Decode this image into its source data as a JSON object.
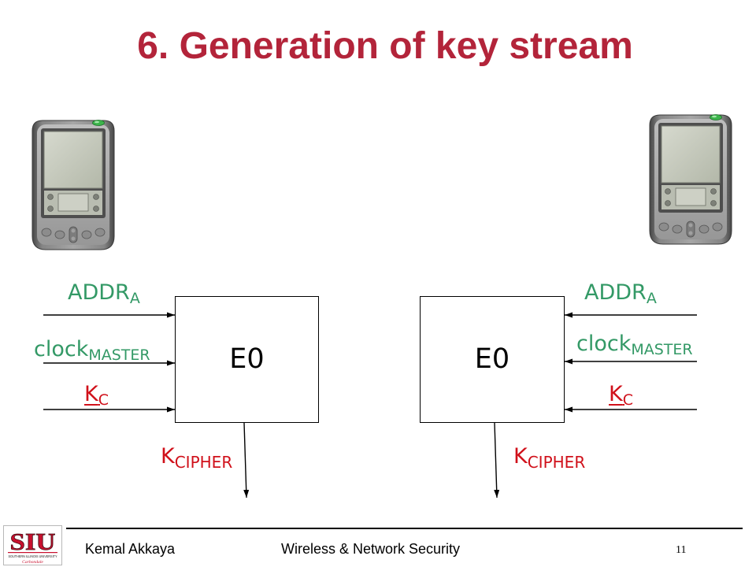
{
  "slide": {
    "title": "6. Generation of key stream"
  },
  "colors": {
    "title": "#b3243a",
    "input_label": "#339966",
    "key_label": "#d0101a"
  },
  "icons": {
    "left_device": "pda-icon",
    "right_device": "pda-icon",
    "logo": "siu-logo"
  },
  "left_unit": {
    "block": "E0",
    "inputs": [
      {
        "name": "ADDR",
        "sub": "A"
      },
      {
        "name": "clock",
        "sub": "MASTER"
      },
      {
        "name": "K",
        "sub": "C"
      }
    ],
    "output": {
      "name": "K",
      "sub": "CIPHER"
    }
  },
  "right_unit": {
    "block": "E0",
    "inputs": [
      {
        "name": "ADDR",
        "sub": "A"
      },
      {
        "name": "clock",
        "sub": "MASTER"
      },
      {
        "name": "K",
        "sub": "C"
      }
    ],
    "output": {
      "name": "K",
      "sub": "CIPHER"
    }
  },
  "footer": {
    "author": "Kemal Akkaya",
    "course": "Wireless & Network Security",
    "page_number": "11"
  },
  "logo": {
    "letters": "SIU",
    "line1": "SOUTHERN ILLINOIS UNIVERSITY",
    "line2": "Carbondale"
  }
}
